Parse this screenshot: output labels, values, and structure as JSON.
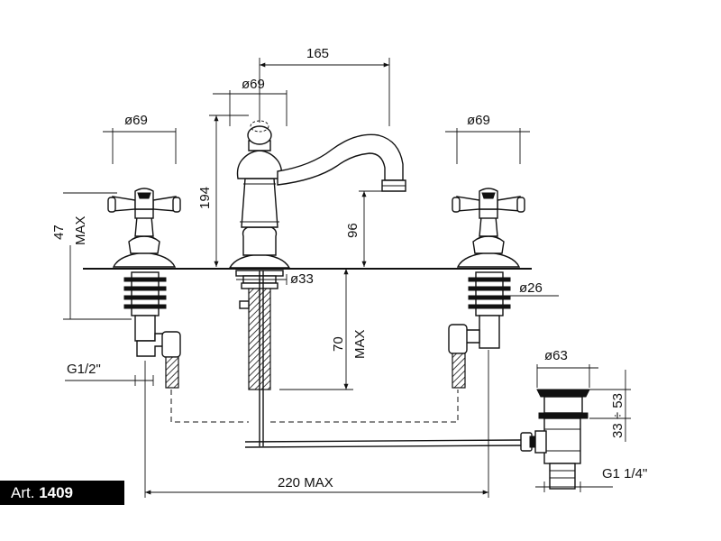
{
  "article": {
    "prefix": "Art.",
    "number": "1409"
  },
  "dimensions": {
    "spout_reach": "165",
    "spout_base_dia": "ø69",
    "left_handle_dia": "ø69",
    "right_handle_dia": "ø69",
    "total_height": "194",
    "spout_height": "96",
    "handle_height": "47",
    "handle_max": "MAX",
    "base_hole_dia": "ø33",
    "handle_thread_dia": "ø26",
    "shank_length": "70",
    "shank_max": "MAX",
    "inlet_thread": "G1/2\"",
    "drain_dia": "ø63",
    "drain_range": "33 ÷ 53",
    "drain_thread": "G1  1/4\"",
    "centres_max": "220  MAX"
  }
}
